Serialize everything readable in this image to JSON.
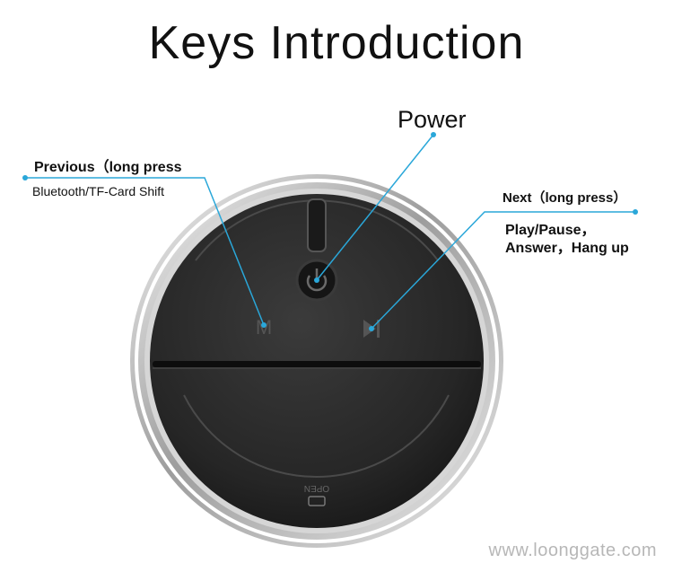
{
  "title": "Keys Introduction",
  "labels": {
    "power": "Power",
    "previous": "Previous（long press",
    "bluetooth_shift": "Bluetooth/TF-Card Shift",
    "next": "Next（long press）",
    "play_pause": "Play/Pause，",
    "answer_hangup": "Answer，Hang up"
  },
  "device_marks": {
    "m_key": "M",
    "open_text": "OPEN"
  },
  "watermark": "www.loonggate.com",
  "colors": {
    "callout_line": "#2aa7d9",
    "device_body": "#2b2b2b",
    "ring": "#c9c9c9"
  }
}
